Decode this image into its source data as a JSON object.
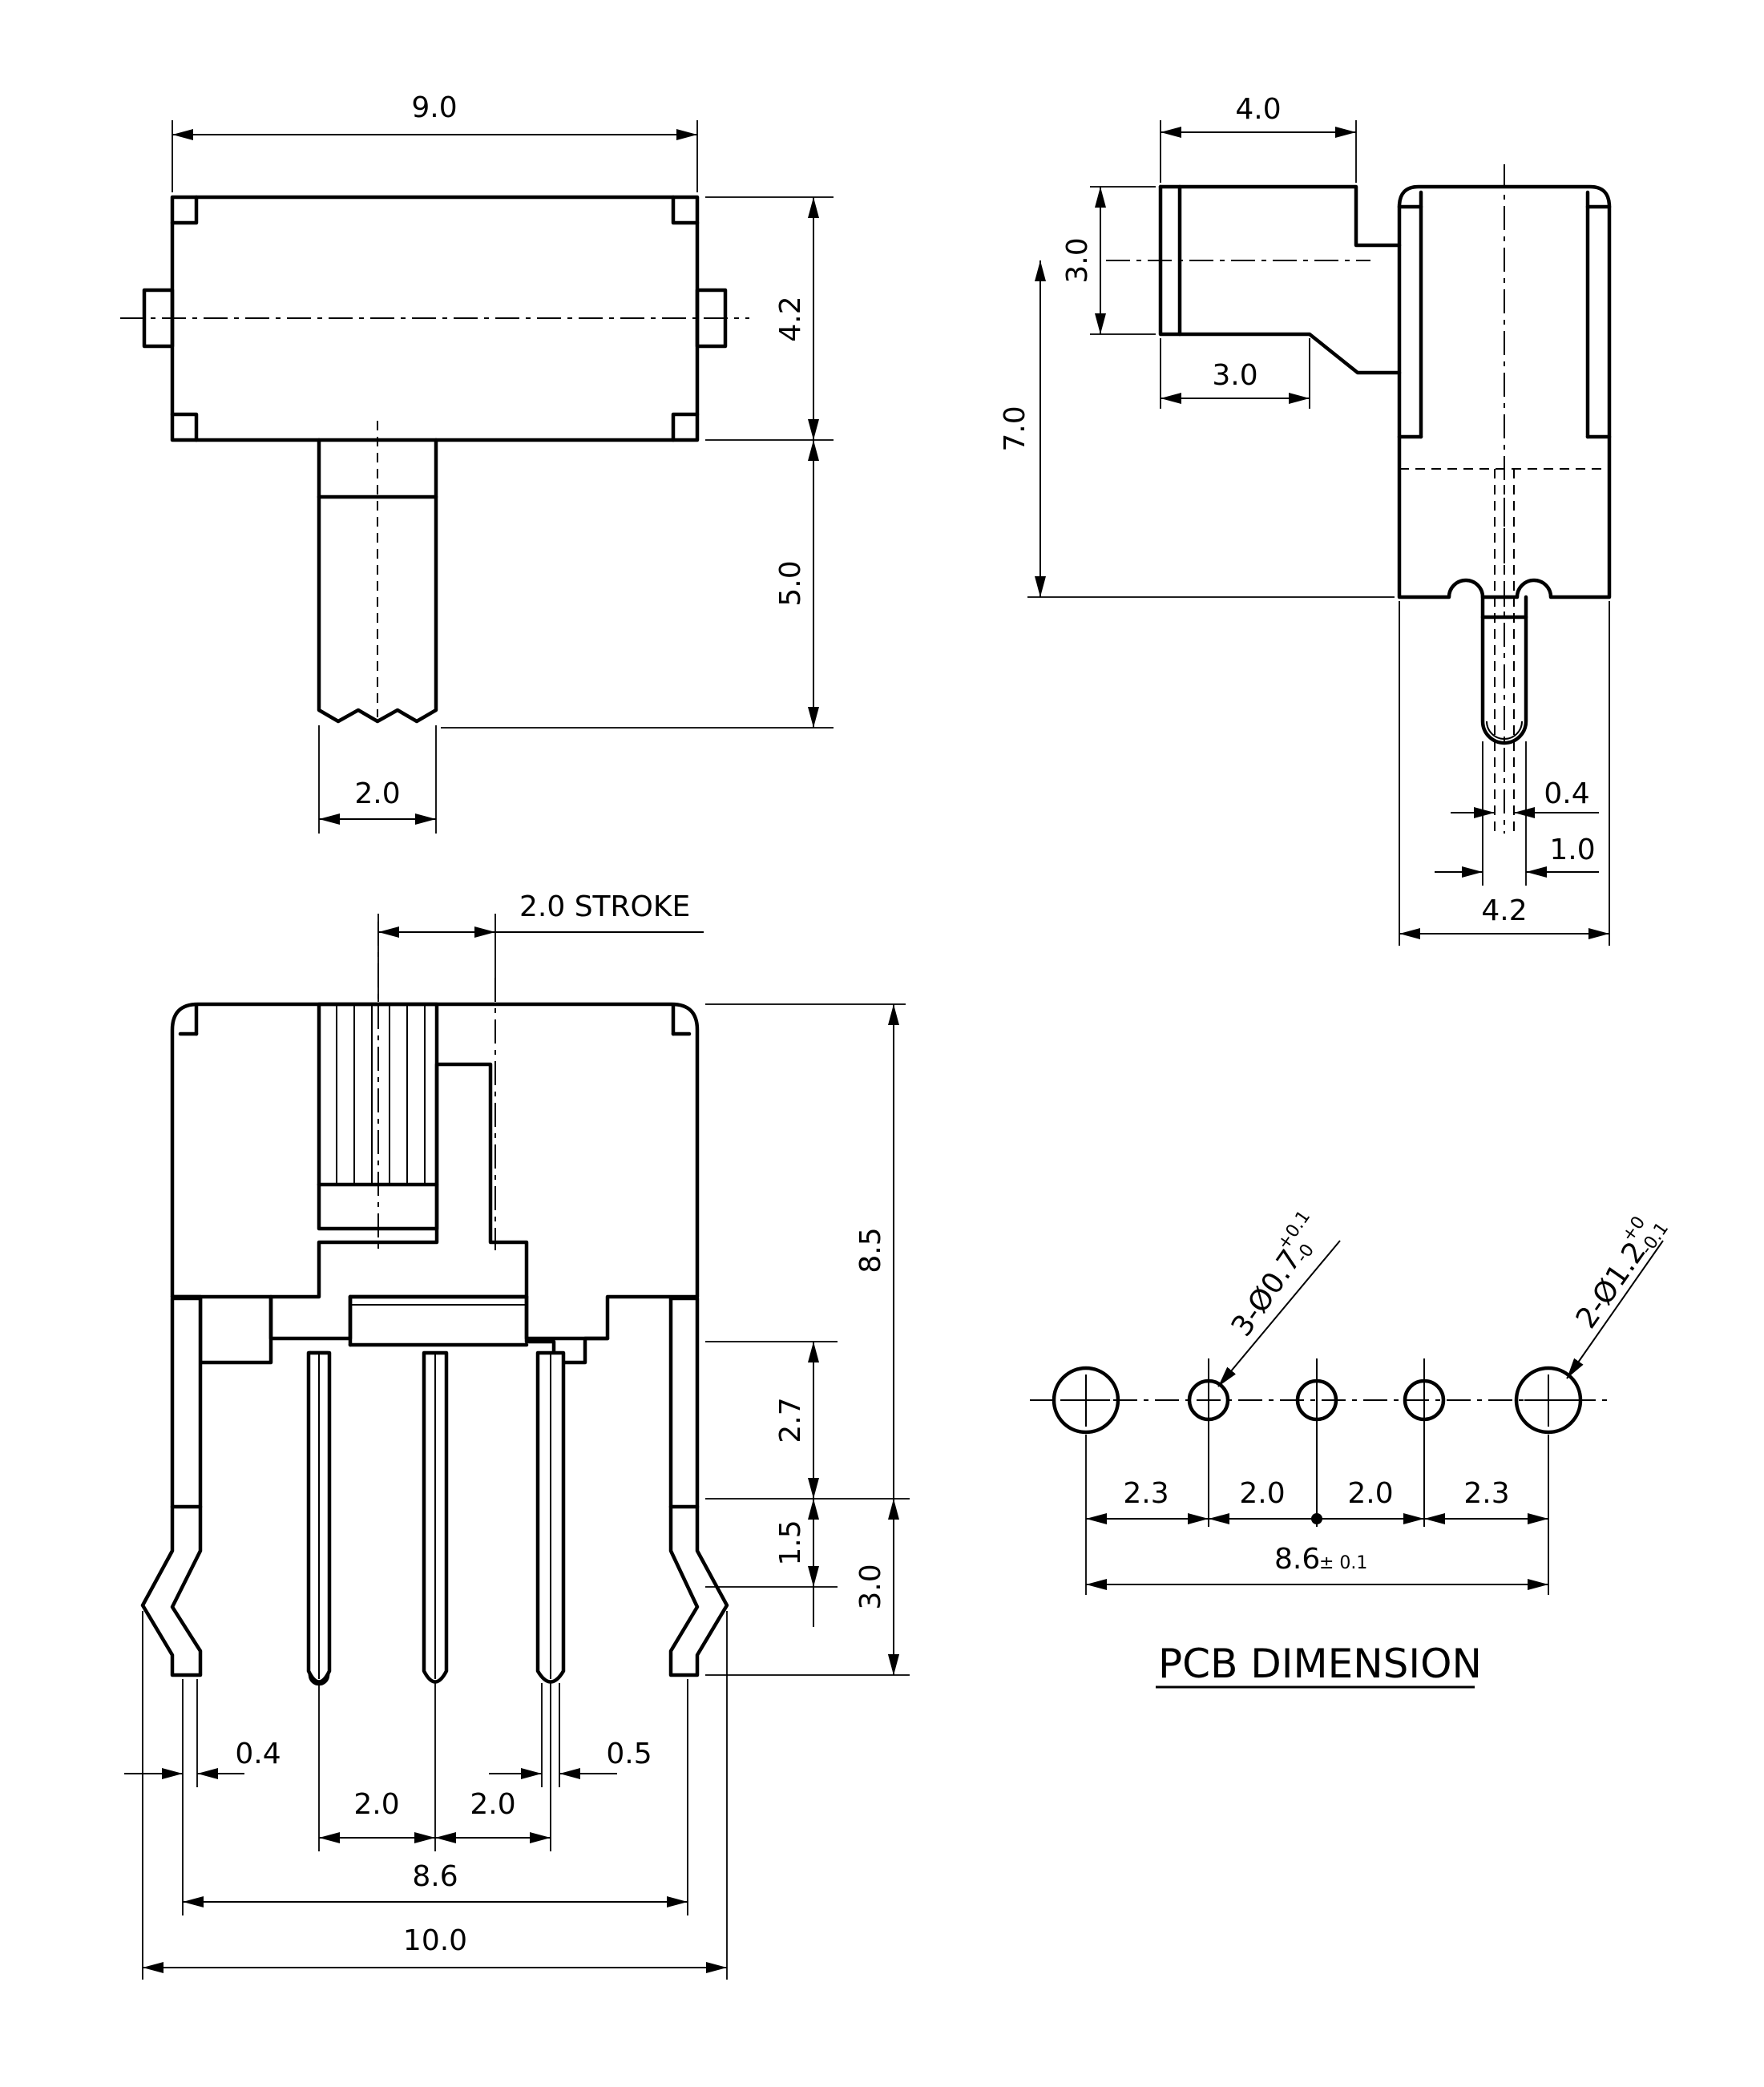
{
  "dims": {
    "top_width": "9.0",
    "top_height": "4.2",
    "top_actuator_len": "5.0",
    "top_actuator_width": "2.0",
    "side_actuator_len": "4.0",
    "side_actuator_h": "3.0",
    "side_actuator_tip": "3.0",
    "side_total_h": "7.0",
    "side_pin_w": "0.4",
    "side_pin_w2": "1.0",
    "side_width": "4.2",
    "stroke": "2.0 STROKE",
    "front_h": "8.5",
    "front_pin_h1": "2.7",
    "front_pin_h2": "1.5",
    "front_pin_h3": "3.0",
    "front_pin_t1": "0.4",
    "front_pin_t2": "0.5",
    "front_pitch1": "2.0",
    "front_pitch2": "2.0",
    "front_span": "8.6",
    "front_width": "10.0"
  },
  "pcb": {
    "title": "PCB DIMENSION",
    "small_hole_label": "3-Ø0.7",
    "small_hole_tol_up": "+0.1",
    "small_hole_tol_dn": "-0",
    "large_hole_label": "2-Ø1.2",
    "large_hole_tol_up": "+0",
    "large_hole_tol_dn": "-0.1",
    "d1": "2.3",
    "d2": "2.0",
    "d3": "2.0",
    "d4": "2.3",
    "total": "8.6",
    "total_tol": "± 0.1"
  }
}
